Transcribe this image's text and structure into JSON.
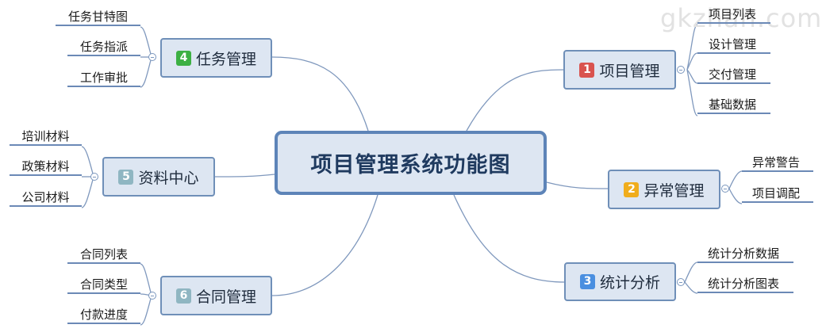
{
  "root": {
    "label": "项目管理系统功能图"
  },
  "watermark": "gkzhan.com",
  "branches": {
    "b1": {
      "num": "1",
      "label": "项目管理",
      "color": "#d9534f",
      "items": [
        "项目列表",
        "设计管理",
        "交付管理",
        "基础数据"
      ]
    },
    "b2": {
      "num": "2",
      "label": "异常管理",
      "color": "#f0ad1c",
      "items": [
        "异常警告",
        "项目调配"
      ]
    },
    "b3": {
      "num": "3",
      "label": "统计分析",
      "color": "#4a8fe0",
      "items": [
        "统计分析数据",
        "统计分析图表"
      ]
    },
    "b4": {
      "num": "4",
      "label": "任务管理",
      "color": "#3cb043",
      "items": [
        "任务甘特图",
        "任务指派",
        "工作审批"
      ]
    },
    "b5": {
      "num": "5",
      "label": "资料中心",
      "color": "#8fb6c2",
      "items": [
        "培训材料",
        "政策材料",
        "公司材料"
      ]
    },
    "b6": {
      "num": "6",
      "label": "合同管理",
      "color": "#8fb6c2",
      "items": [
        "合同列表",
        "合同类型",
        "付款进度"
      ]
    }
  }
}
